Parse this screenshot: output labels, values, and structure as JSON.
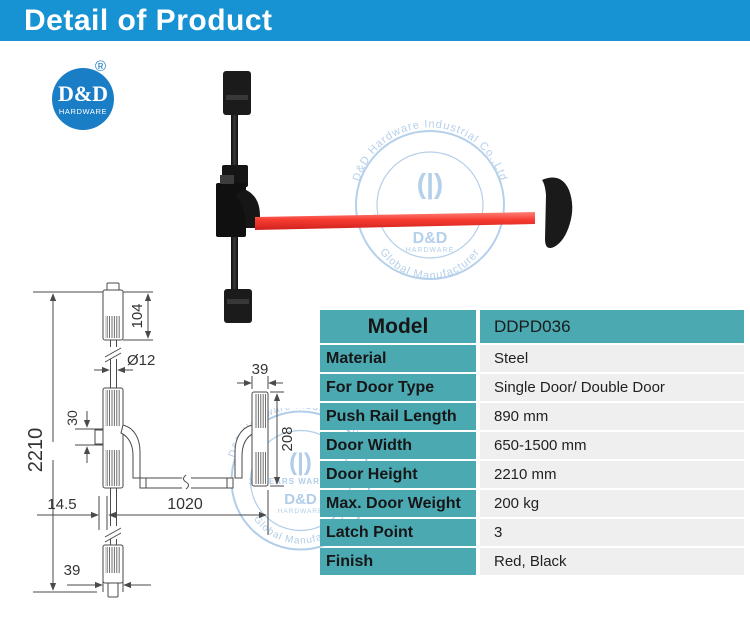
{
  "header": {
    "title": "Detail of Product",
    "bg_color": "#1793d4"
  },
  "logo": {
    "brand": "D&D",
    "sub": "HARDWARE",
    "registered": "®",
    "color": "#1a7ec6"
  },
  "watermark": {
    "arc_top": "D&D Hardware Industrial Co.,Ltd",
    "band": "15 YEARS WARRANTY",
    "glyph": "(|)",
    "brand": "D&D",
    "sub": "HARDWARE",
    "arc_bottom": "Global Manufacturer",
    "color": "#adcbe8"
  },
  "product": {
    "bar_color": "#f63b31",
    "body_color": "#1a1a1a"
  },
  "drawing": {
    "labels": {
      "overall_height": "2210",
      "top_guide_height": "104",
      "rod_diameter": "Ø12",
      "latch_case": "30",
      "rail_end_width": "39",
      "rail_end_height": "208",
      "edge_offset": "14.5",
      "push_bar_length": "1020",
      "bottom_guide_width": "39"
    }
  },
  "spec_table": {
    "header": {
      "label": "Model",
      "value": "DDPD036"
    },
    "rows": [
      {
        "label": "Material",
        "value": "Steel"
      },
      {
        "label": "For Door Type",
        "value": "Single Door/ Double Door"
      },
      {
        "label": "Push Rail Length",
        "value": "890 mm"
      },
      {
        "label": "Door Width",
        "value": "650-1500 mm"
      },
      {
        "label": "Door Height",
        "value": "2210 mm"
      },
      {
        "label": "Max. Door Weight",
        "value": "200 kg"
      },
      {
        "label": "Latch Point",
        "value": "3"
      },
      {
        "label": "Finish",
        "value": "Red, Black"
      }
    ]
  }
}
